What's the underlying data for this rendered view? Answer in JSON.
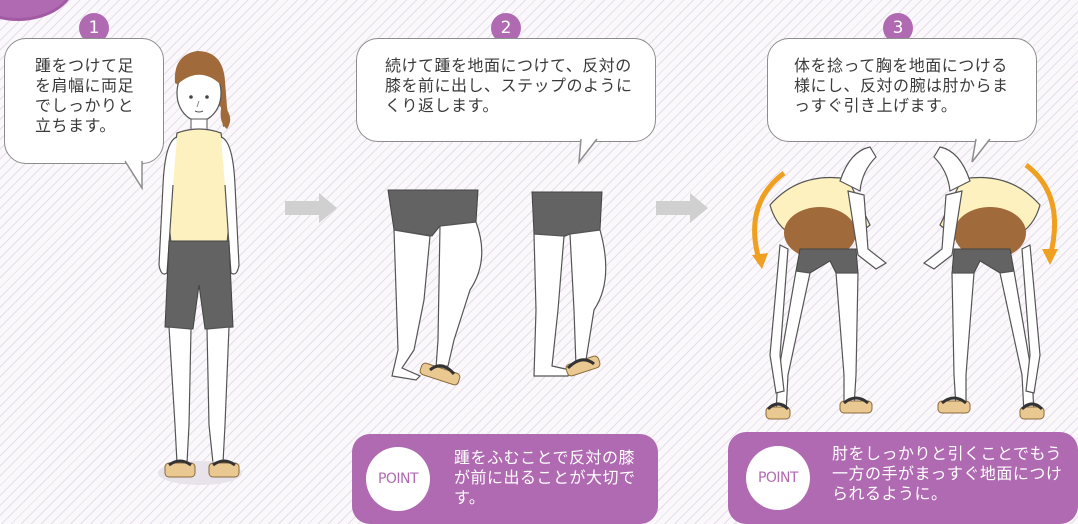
{
  "steps": [
    {
      "number": "1",
      "text": "踵をつけて足を肩幅に両足でしっかりと立ちます。"
    },
    {
      "number": "2",
      "text": "続けて踵を地面につけて、反対の膝を前に出し、ステップのようにくり返します。"
    },
    {
      "number": "3",
      "text": "体を捻って胸を地面につける様にし、反対の腕は肘からまっすぐ引き上げます。"
    }
  ],
  "points": [
    {
      "label": "POINT",
      "text": "踵をふむことで反対の膝が前に出ることが大切です。"
    },
    {
      "label": "POINT",
      "text": "肘をしっかりと引くことでもう一方の手がまっすぐ地面につけられるように。"
    }
  ],
  "colors": {
    "accent": "#b06ab2",
    "arrow": "#d0d0d0",
    "motion_arrow": "#f0a020",
    "shirt": "#fdf2bf",
    "shorts": "#636363",
    "skin": "#ffffff",
    "hair": "#a06a3a"
  }
}
